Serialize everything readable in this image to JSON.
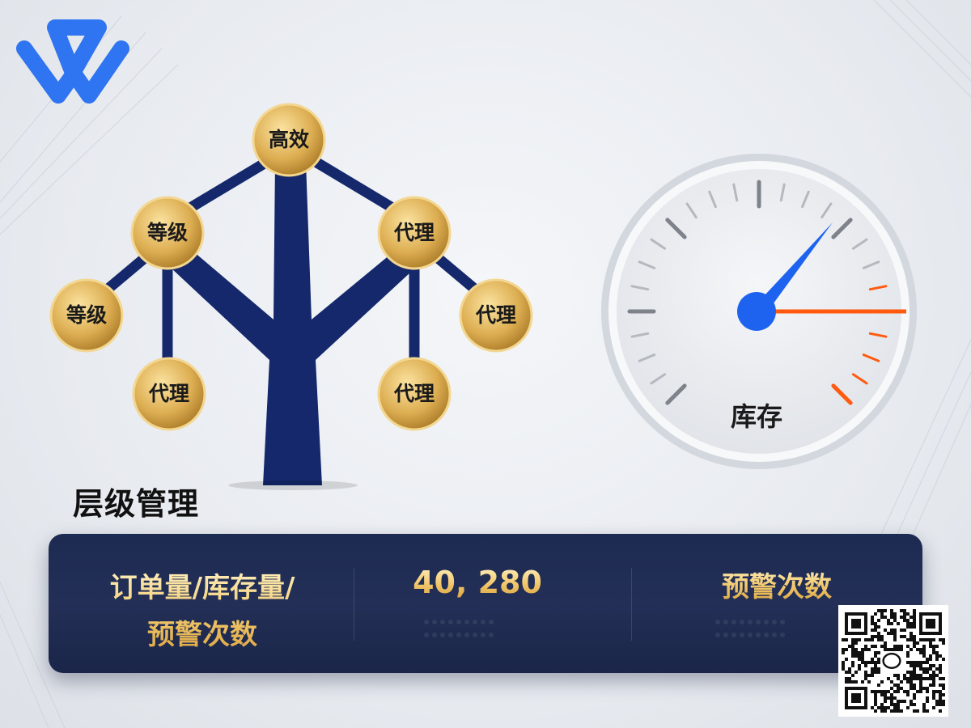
{
  "logo": {
    "icon": "wps-logo-icon",
    "color": "#2f74f0"
  },
  "tree": {
    "root": "高效",
    "nodes": [
      "等级",
      "代理",
      "等级",
      "代理",
      "代理",
      "代理"
    ],
    "colors": {
      "trunk": "#14286b",
      "node_gold": "#d9a845"
    }
  },
  "title": "层级管理",
  "gauge": {
    "label": "库存",
    "needle_color": "#1e63f0",
    "warning_color": "#ff5a10"
  },
  "panel": {
    "metric_left_line1": "订单量/库存量/",
    "metric_left_line2": "预警次数",
    "metric_value": "40, 280",
    "metric_right": "预警次数"
  },
  "qr": {
    "icon": "wechat-qr-code-icon"
  }
}
